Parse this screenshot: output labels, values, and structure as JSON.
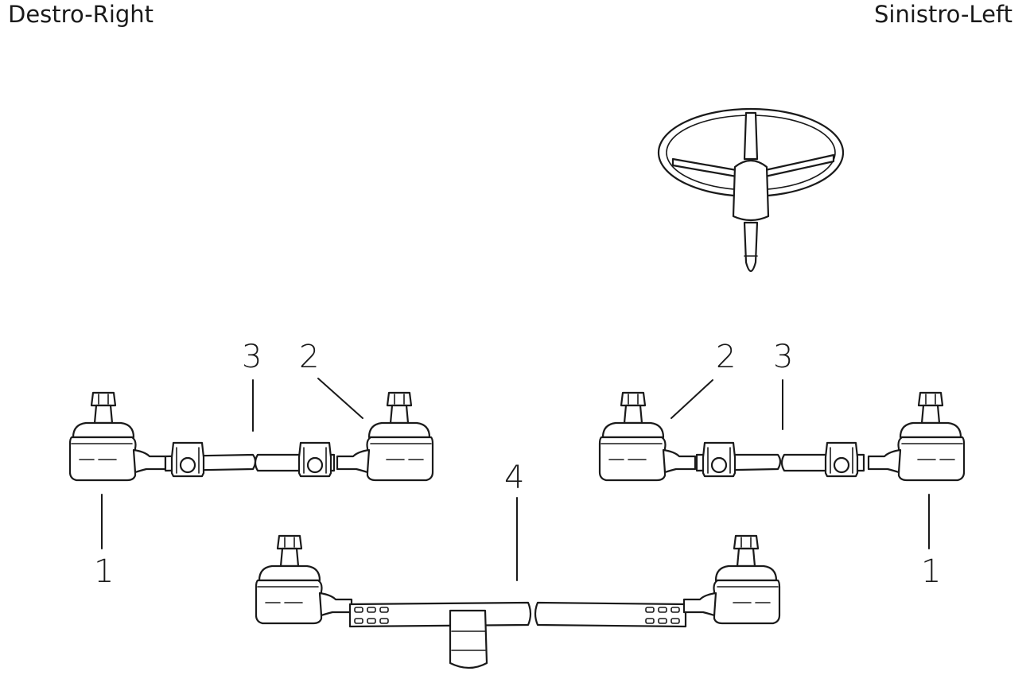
{
  "labels": {
    "right_side": "Destro-Right",
    "left_side": "Sinistro-Left"
  },
  "callouts": {
    "right_assembly_end": "1",
    "right_assembly_clamp": "2",
    "right_assembly_tube": "3",
    "center_link": "4",
    "left_assembly_clamp": "2",
    "left_assembly_tube": "3",
    "left_assembly_end": "1"
  },
  "colors": {
    "line": "#1a1a1a",
    "background": "#ffffff"
  }
}
